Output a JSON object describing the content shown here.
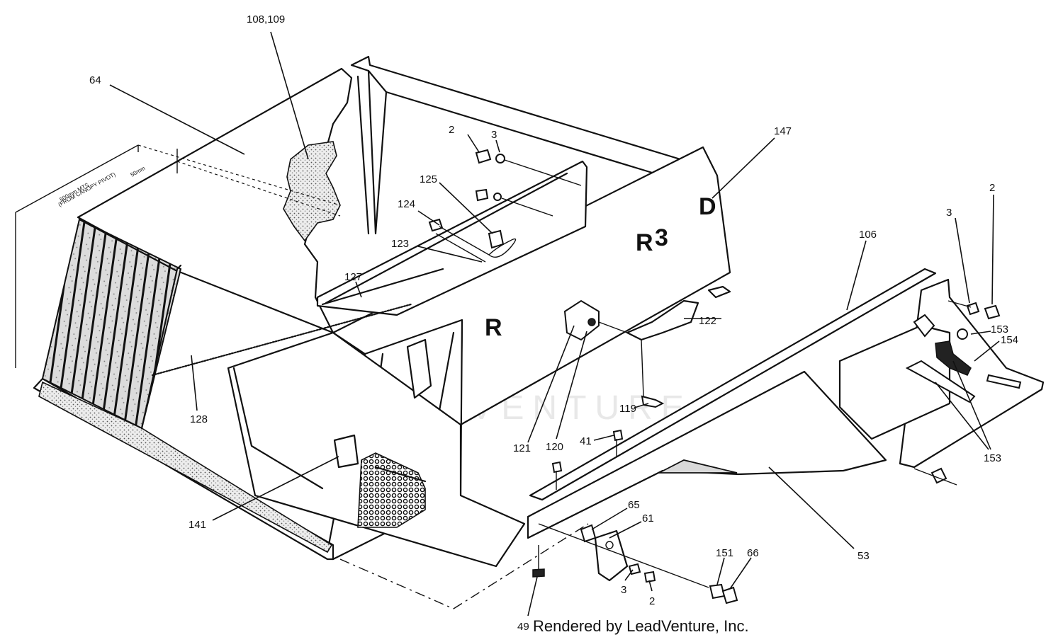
{
  "diagram": {
    "decal_letters": [
      "R",
      "R",
      "3",
      "D"
    ],
    "dimension_notes": [
      "500mm MTS",
      "(FROM CANOPY PIVOT)",
      "50mm"
    ],
    "callouts": [
      {
        "id": "c108",
        "text": "108,109"
      },
      {
        "id": "c64",
        "text": "64"
      },
      {
        "id": "c2a",
        "text": "2"
      },
      {
        "id": "c3a",
        "text": "3"
      },
      {
        "id": "c147",
        "text": "147"
      },
      {
        "id": "c125",
        "text": "125"
      },
      {
        "id": "c124",
        "text": "124"
      },
      {
        "id": "c123",
        "text": "123"
      },
      {
        "id": "c127",
        "text": "127"
      },
      {
        "id": "c128",
        "text": "128"
      },
      {
        "id": "c106",
        "text": "106"
      },
      {
        "id": "c3b",
        "text": "3"
      },
      {
        "id": "c2b",
        "text": "2"
      },
      {
        "id": "c153a",
        "text": "153"
      },
      {
        "id": "c154",
        "text": "154"
      },
      {
        "id": "c153b",
        "text": "153"
      },
      {
        "id": "c122",
        "text": "122"
      },
      {
        "id": "c119",
        "text": "119"
      },
      {
        "id": "c121",
        "text": "121"
      },
      {
        "id": "c120",
        "text": "120"
      },
      {
        "id": "c41",
        "text": "41"
      },
      {
        "id": "c141",
        "text": "141"
      },
      {
        "id": "c65",
        "text": "65"
      },
      {
        "id": "c61",
        "text": "61"
      },
      {
        "id": "c3c",
        "text": "3"
      },
      {
        "id": "c2c",
        "text": "2"
      },
      {
        "id": "c151",
        "text": "151"
      },
      {
        "id": "c66",
        "text": "66"
      },
      {
        "id": "c53",
        "text": "53"
      },
      {
        "id": "c49",
        "text": "49"
      }
    ],
    "watermark": "LEADVENTURE"
  },
  "footer": {
    "credit": "Rendered by LeadVenture, Inc."
  }
}
